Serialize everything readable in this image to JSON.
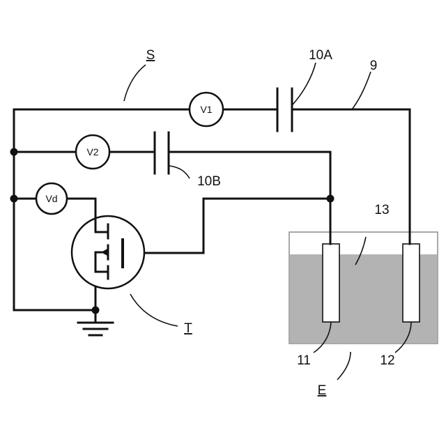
{
  "labels": {
    "system": "S",
    "transistor": "T",
    "electrolytic_cell": "E",
    "capacitor_a": "10A",
    "capacitor_b": "10B",
    "wire_9": "9",
    "electrode_11": "11",
    "electrode_12": "12",
    "electrolyte_13": "13"
  },
  "meters": {
    "v1": "V1",
    "v2": "V2",
    "vd": "Vd"
  },
  "colors": {
    "line": "#111111",
    "electrolyte": "#b3b3b3",
    "tank_border": "#8c8c8c",
    "background": "#ffffff"
  }
}
